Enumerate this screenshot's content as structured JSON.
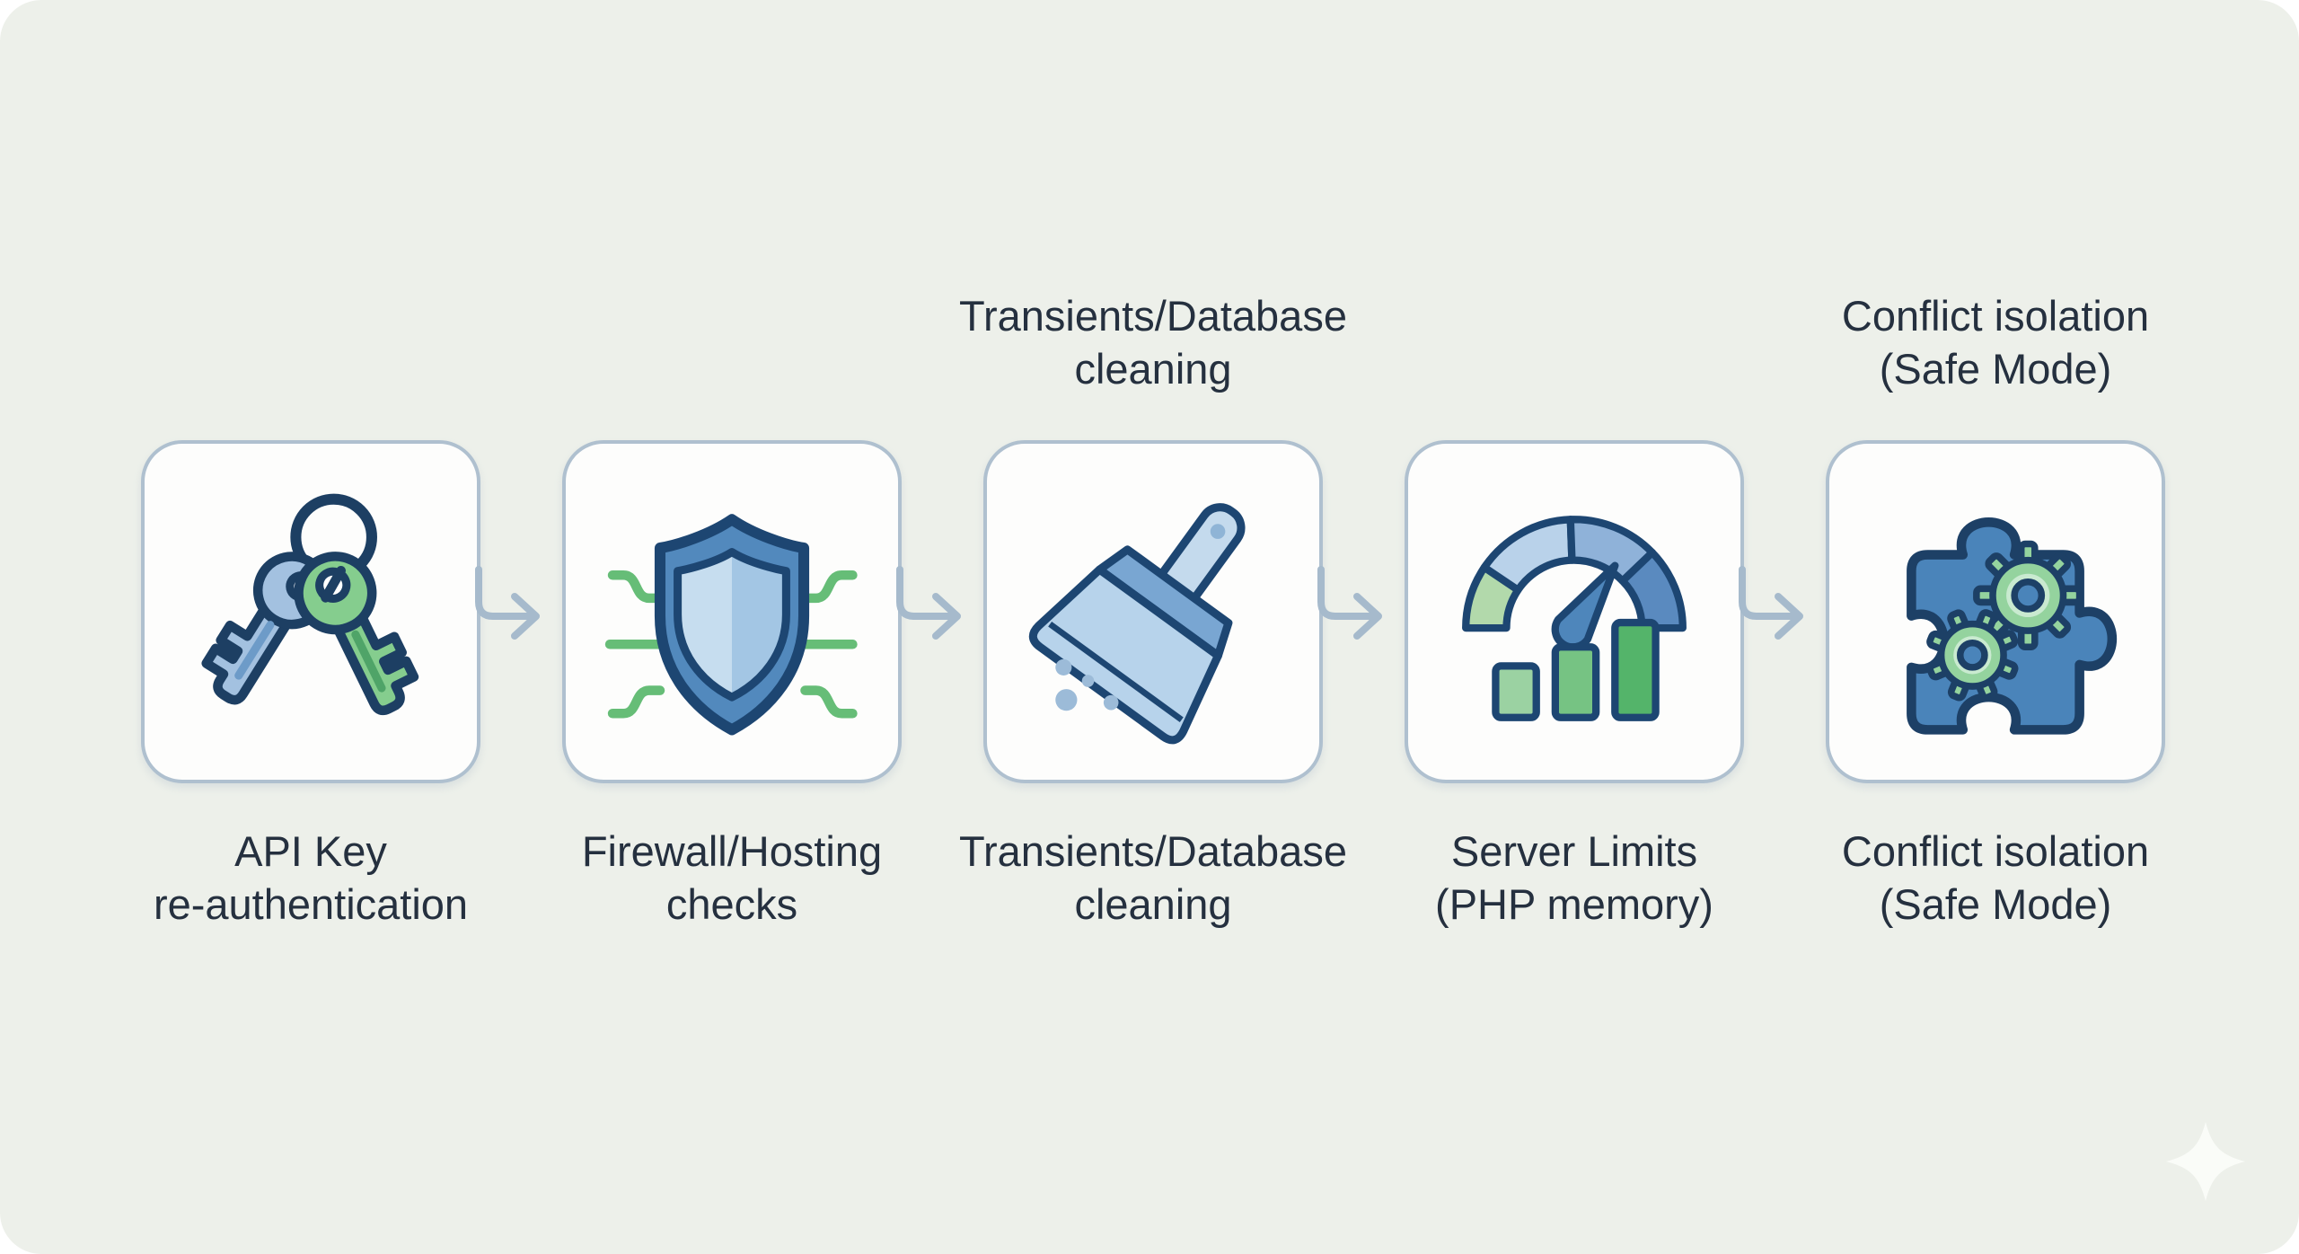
{
  "diagram": {
    "description": "Five-step troubleshooting flow with icon cards connected by arrows",
    "flow": {
      "steps": [
        {
          "name": "api-key-re-authentication",
          "icon": "keys-icon",
          "bottom_label": "API Key\nre-authentication"
        },
        {
          "name": "firewall-hosting-checks",
          "icon": "shield-icon",
          "bottom_label": "Firewall/Hosting\nchecks"
        },
        {
          "name": "transients-database-cleaning",
          "icon": "dustpan-icon",
          "top_label": "Transients/Database\ncleaning",
          "bottom_label": "Transients/Database\ncleaning"
        },
        {
          "name": "server-limits-php-memory",
          "icon": "gauge-icon",
          "bottom_label": "Server Limits\n(PHP memory)"
        },
        {
          "name": "conflict-isolation-safe-mode",
          "icon": "puzzle-icon",
          "top_label": "Conflict isolation\n(Safe Mode)",
          "bottom_label": "Conflict isolation\n(Safe Mode)"
        }
      ]
    },
    "colors": {
      "page_bg": "#ffffff",
      "canvas_bg": "#edf0ea",
      "card_bg": "#fdfdfc",
      "card_border": "#afc0cf",
      "arrow": "#a6bacc",
      "text": "#25303f",
      "navy_outline": "#1d4268",
      "blue_primary": "#5289bd",
      "blue_light": "#a3c6e4",
      "blue_pale": "#c6ddef",
      "green_primary": "#85cd8e",
      "green_accent": "#66bd77",
      "gauge_green": "#b2d9ab",
      "sparkle": "#fafcf8"
    }
  }
}
